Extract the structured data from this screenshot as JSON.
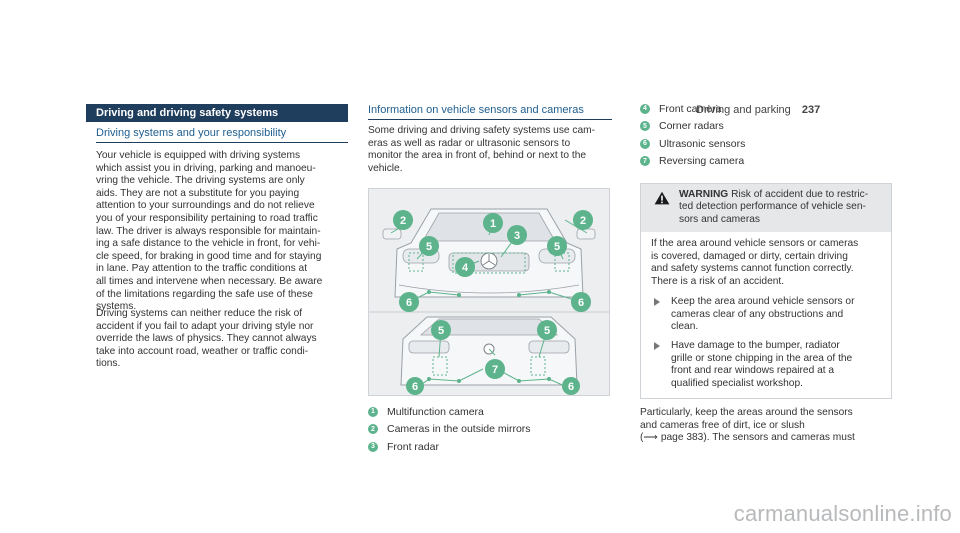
{
  "header": {
    "section": "Driving and parking",
    "page": "237"
  },
  "left": {
    "section_bar": "Driving and driving safety systems",
    "heading": "Driving systems and your responsibility",
    "para1_lines": [
      "Your vehicle is equipped with driving systems",
      "which assist you in driving, parking and manoeu-",
      "vring the vehicle. The driving systems are only",
      "aids. They are not a substitute for you paying",
      "attention to your surroundings and do not relieve",
      "you of your responsibility pertaining to road traffic",
      "law. The driver is always responsible for maintain-",
      "ing a safe distance to the vehicle in front, for vehi-",
      "cle speed, for braking in good time and for staying",
      "in lane. Pay attention to the traffic conditions at",
      "all times and intervene when necessary. Be aware",
      "of the limitations regarding the safe use of these",
      "systems."
    ],
    "para2_lines": [
      "Driving systems can neither reduce the risk of",
      "accident if you fail to adapt your driving style nor",
      "override the laws of physics. They cannot always",
      "take into account road, weather or traffic condi-",
      "tions."
    ]
  },
  "middle": {
    "heading": "Information on vehicle sensors and cameras",
    "para_lines": [
      "Some driving and driving safety systems use cam-",
      "eras as well as radar or ultrasonic sensors to",
      "monitor the area in front of, behind or next to the",
      "vehicle."
    ],
    "figure_labels": {
      "n1": "1",
      "n2": "2",
      "n3": "3",
      "n4": "4",
      "n5": "5",
      "n6": "6",
      "n7": "7"
    },
    "legend": [
      {
        "num": "1",
        "label": "Multifunction camera"
      },
      {
        "num": "2",
        "label": "Cameras in the outside mirrors"
      },
      {
        "num": "3",
        "label": "Front radar"
      }
    ]
  },
  "right": {
    "legend": [
      {
        "num": "4",
        "label": "Front camera"
      },
      {
        "num": "5",
        "label": "Corner radars"
      },
      {
        "num": "6",
        "label": "Ultrasonic sensors"
      },
      {
        "num": "7",
        "label": "Reversing camera"
      }
    ],
    "warning": {
      "keyword": "WARNING",
      "title_lines": [
        "Risk of accident due to restric-",
        "ted detection performance of vehicle sen-",
        "sors and cameras"
      ],
      "body_lines": [
        "If the area around vehicle sensors or cameras",
        "is covered, damaged or dirty, certain driving",
        "and safety systems cannot function correctly.",
        "There is a risk of an accident."
      ],
      "bullet1_lines": [
        "Keep the area around vehicle sensors or",
        "cameras clear of any obstructions and",
        "clean."
      ],
      "bullet2_lines": [
        "Have damage to the bumper, radiator",
        "grille or stone chipping in the area of the",
        "front and rear windows repaired at a",
        "qualified specialist workshop."
      ]
    },
    "para_lines": [
      "Particularly, keep the areas around the sensors",
      "and cameras free of dirt, ice or slush",
      "(⟶ page 383). The sensors and cameras must"
    ]
  },
  "watermark": "carmanualsonline.info",
  "colors": {
    "section_bar": "#1f3e5e",
    "heading": "#1f5e8e",
    "badge": "#5cb38c",
    "warning_bg": "#e5e7e9"
  },
  "icons": {
    "warning": "warning-triangle-icon",
    "bullet": "play-arrow-icon"
  }
}
